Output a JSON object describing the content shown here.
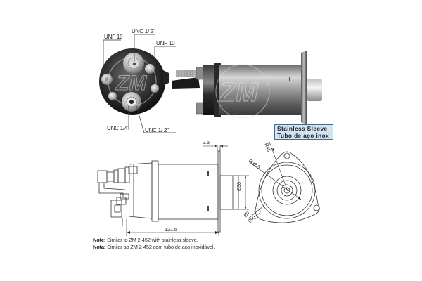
{
  "photo_labels": {
    "unf10_left": "UNF 10",
    "unc12_top": "UNC 1/ 2\"",
    "unf10_right": "UNF 10",
    "unc14": "UNC 1/4\"",
    "unc12_bottom": "UNC 1/ 2\""
  },
  "sleeve_label": {
    "line1": "Stainless Sleeve",
    "line2": "Tubo de aço inox"
  },
  "dimensions": {
    "flange_thickness": "2.5",
    "overall_length": "121.5",
    "plunger_diameter": "Ø38",
    "radius": "R45",
    "bolt_circle": "Ø32.5",
    "hole_diameter": "Ø7",
    "hole_count": "(3x)"
  },
  "watermark": "ZM",
  "notes": [
    {
      "prefix": "Note:",
      "text": "Similar to ZM 2-452 with stainless sleeve."
    },
    {
      "prefix": "Nota:",
      "text": "Similar ao ZM 2-452 com tubo de aço inoxidável."
    }
  ],
  "colors": {
    "sleeve_box_bg": "#d5e3ef",
    "sleeve_box_border": "#4a6a8a",
    "line": "#333333"
  }
}
